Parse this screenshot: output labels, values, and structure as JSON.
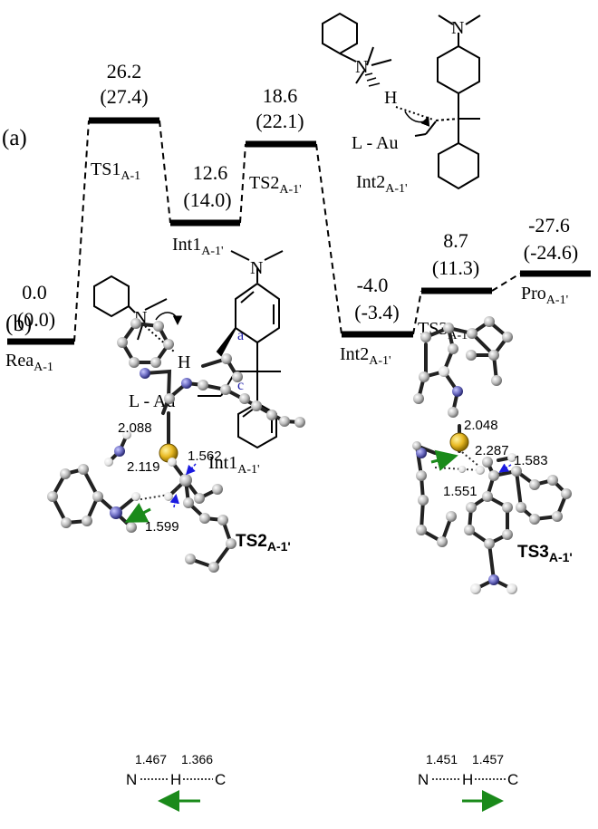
{
  "panel_labels": {
    "a": "(a)",
    "b": "(b)"
  },
  "levels": [
    {
      "id": "rea",
      "name": "Rea",
      "sub": "A-1",
      "e1": "0.0",
      "e2": "(0.0)"
    },
    {
      "id": "ts1",
      "name": "TS1",
      "sub": "A-1",
      "e1": "26.2",
      "e2": "(27.4)"
    },
    {
      "id": "int1",
      "name": "Int1",
      "sub": "A-1'",
      "e1": "12.6",
      "e2": "(14.0)"
    },
    {
      "id": "ts2",
      "name": "TS2",
      "sub": "A-1'",
      "e1": "18.6",
      "e2": "(22.1)"
    },
    {
      "id": "int2",
      "name": "Int2",
      "sub": "A-1'",
      "e1": "-4.0",
      "e2": "(-3.4)"
    },
    {
      "id": "ts3",
      "name": "TS3",
      "sub": "A-1'",
      "e1": "8.7",
      "e2": "(11.3)"
    },
    {
      "id": "pro",
      "name": "Pro",
      "sub": "A-1'",
      "e1": "-27.6",
      "e2": "(-24.6)"
    }
  ],
  "struct_int1": {
    "N": "N",
    "H": "H",
    "LAu": "L - Au",
    "a": "a",
    "c": "c",
    "name": "Int1",
    "sub": "A-1'"
  },
  "struct_int2": {
    "N1": "N",
    "N2": "N",
    "H": "H",
    "LAu": "L - Au",
    "name": "Int2",
    "sub": "A-1'"
  },
  "ts2_geom": {
    "d1": "2.088",
    "d2": "2.119",
    "d3": "1.562",
    "d4": "1.599",
    "name": "TS2",
    "sub": "A-1'",
    "nhc": {
      "N": "N",
      "H": "H",
      "C": "C",
      "d_nh": "1.467",
      "d_hc": "1.366"
    }
  },
  "ts3_geom": {
    "d1": "2.048",
    "d2": "2.287",
    "d3": "1.583",
    "d4": "1.551",
    "name": "TS3",
    "sub": "A-1'",
    "nhc": {
      "N": "N",
      "H": "H",
      "C": "C",
      "d_nh": "1.451",
      "d_hc": "1.457"
    }
  },
  "colors": {
    "gold": "#e8b923",
    "nitrogen": "#5a5ab0",
    "arrow_green": "#1a8a1a",
    "arrow_blue": "#1a1ae0",
    "label_blue": "#1a1aa8"
  }
}
